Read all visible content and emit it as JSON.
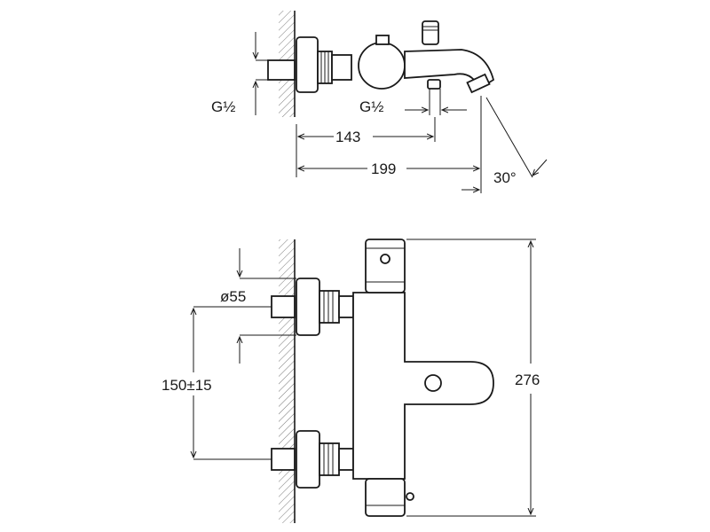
{
  "top_view": {
    "inlet_thread_left": "G½",
    "inlet_thread_outlet": "G½",
    "dim_143": "143",
    "dim_199": "199",
    "angle": "30°"
  },
  "front_view": {
    "flange_diameter": "ø55",
    "centre_distance": "150±15",
    "total_height": "276"
  },
  "colors": {
    "line": "#1a1a1a",
    "wall_hatch": "#555555",
    "background": "#ffffff"
  }
}
